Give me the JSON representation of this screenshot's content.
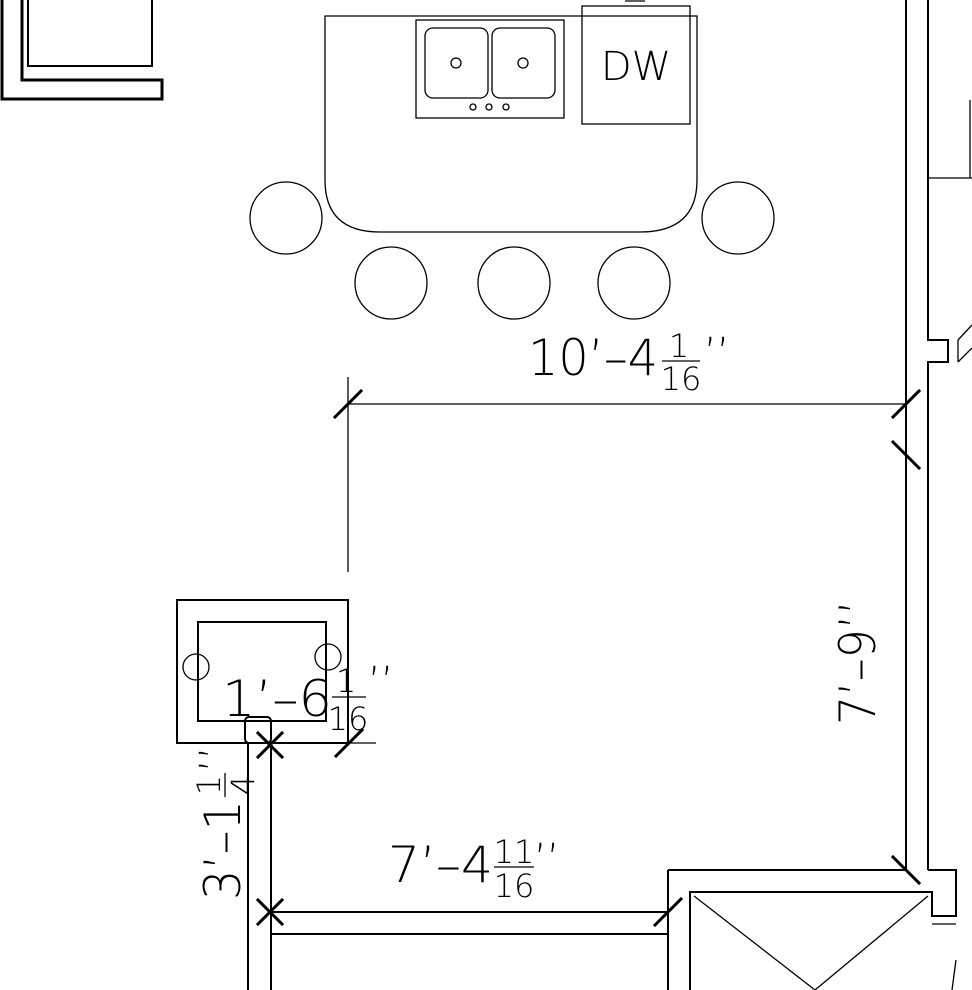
{
  "appliances": {
    "dishwasher_label": "DW"
  },
  "dimensions": {
    "island_to_wall": {
      "whole": "10’–4",
      "num": "1",
      "den": "16",
      "inch": "’’"
    },
    "right_wall": {
      "text": "7’–9’’"
    },
    "sink_cabinet": {
      "whole": "1’–6",
      "num": "1",
      "den": "16",
      "inch": "’’"
    },
    "left_wall": {
      "whole": "3’–1",
      "num": "1",
      "den": "4",
      "inch": "’’"
    },
    "bottom_wall": {
      "whole": "7’–4",
      "num": "11",
      "den": "16",
      "inch": "’’"
    }
  }
}
